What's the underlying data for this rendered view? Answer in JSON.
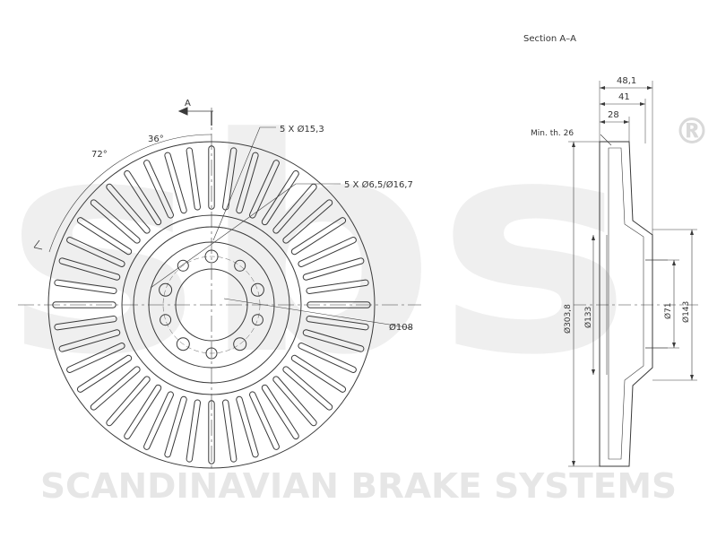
{
  "section_title": "Section A–A",
  "brand_mark": "sbs",
  "registered_mark": "®",
  "watermark_text": "SCANDINAVIAN BRAKE SYSTEMS",
  "section_marker": "A",
  "front_view": {
    "holes_label": "5 X Ø15,3",
    "vent_holes_label": "5 X Ø6,5/Ø16,7",
    "angle_36": "36°",
    "angle_72": "72°",
    "bolt_circle": "Ø108",
    "vane_count": 44
  },
  "section_view": {
    "width_total": "48,1",
    "width_hub": "41",
    "width_disc": "28",
    "min_thickness": "Min. th. 26",
    "outer_diameter": "Ø303,8",
    "inner_diameter": "Ø133",
    "centre_bore": "Ø71",
    "hub_diameter": "Ø143"
  },
  "colors": {
    "line": "#3a3a3a",
    "watermark": "#ececec",
    "registered": "#d9d9d9"
  }
}
